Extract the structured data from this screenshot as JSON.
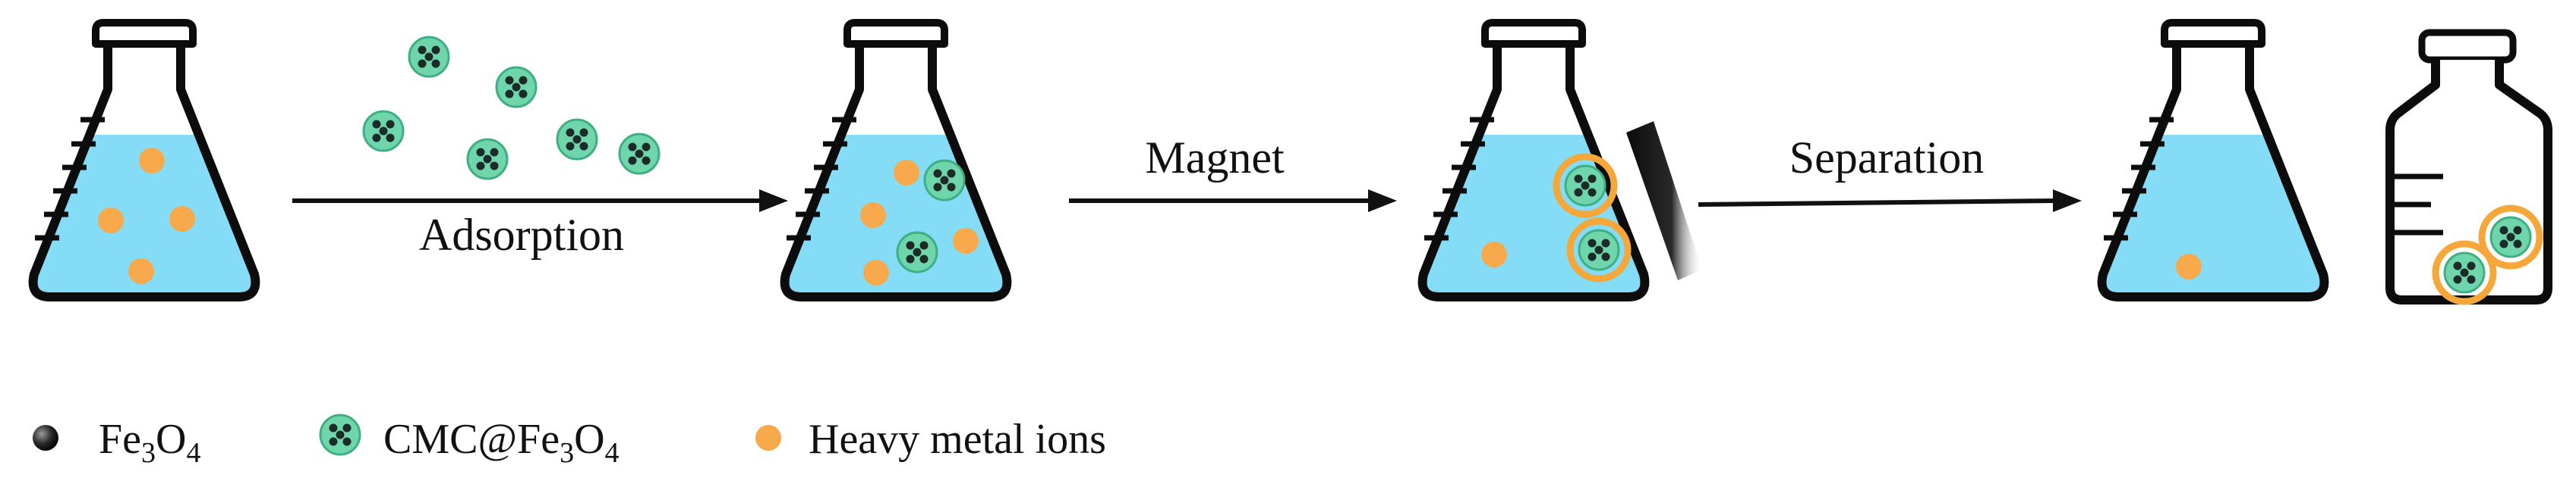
{
  "steps": {
    "adsorption_label": "Adsorption",
    "magnet_label": "Magnet",
    "separation_label": "Separation"
  },
  "legend": {
    "fe3o4": {
      "base": "Fe",
      "sub1": "3",
      "mid": "O",
      "sub2": "4"
    },
    "cmc_fe3o4": {
      "base": "CMC@Fe",
      "sub1": "3",
      "mid": "O",
      "sub2": "4"
    },
    "heavy_metal": "Heavy metal ions"
  },
  "colors": {
    "water": "#85dcf6",
    "ion": "#f7a94b",
    "particle": "#6fd5ab",
    "particle_dot": "#1d2b28",
    "ring": "#f5a73a",
    "outline": "#0c0c0c",
    "magnet": "#141414"
  }
}
